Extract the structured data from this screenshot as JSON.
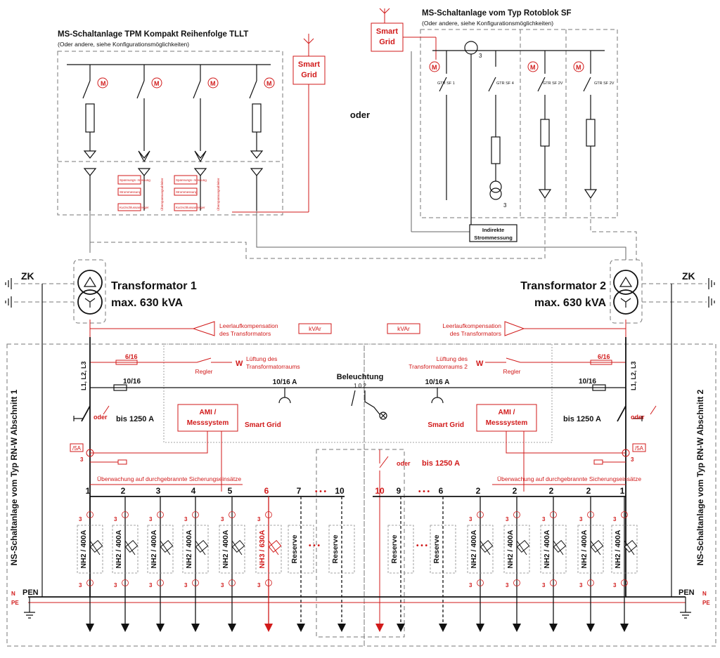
{
  "mv_left": {
    "title": "MS-Schaltanlage TPM Kompakt Reihenfolge TLLT",
    "subtitle": "(Oder andere, siehe Konfigurationsmöglichkeiten)",
    "smart_grid": [
      "Smart",
      "Grid"
    ],
    "small_labels": [
      "Spannungs-\nmessung",
      "Strommessung",
      "Kurzschlussanzeiger",
      "Überspannungsableiter"
    ]
  },
  "mv_right": {
    "title": "MS-Schaltanlage vom Typ Rotoblok SF",
    "subtitle": "(Oder andere, siehe Konfigurationsmöglichkeiten)",
    "smart_grid": [
      "Smart",
      "Grid"
    ],
    "fields": [
      "GTR SF 1",
      "GTR SF 4",
      "GTR SF 2V",
      "GTR SF 2V"
    ],
    "indirect": [
      "Indirekte",
      "Strommessung"
    ],
    "ct_count": "3",
    "vt_count": "3"
  },
  "oder_center": "oder",
  "zk": "ZK",
  "trafo1": {
    "name": "Transformator 1",
    "rating": "max. 630 kVA"
  },
  "trafo2": {
    "name": "Transformator 2",
    "rating": "max. 630 kVA"
  },
  "kvar": "kVAr",
  "leerlauf": [
    "Leerlaufkompensation",
    "des Transformators"
  ],
  "lueftung1": [
    "Lüftung des",
    "Transformatorraums"
  ],
  "lueftung2": [
    "Lüftung des",
    "Transformatorraums 2"
  ],
  "fuse_6_16": "6/16",
  "fuse_10_16": "10/16",
  "fuse_10_16A": "10/16 A",
  "regler": "Regler",
  "w": "W",
  "l123": "L1, L2, L3",
  "beleuchtung": "Beleuchtung",
  "beleuchtung_switch": "1  0  2",
  "oder": "oder",
  "bis_1250": "bis 1250 A",
  "ami": [
    "AMI /",
    "Messsystem"
  ],
  "smart_grid_arrow_left": "Smart Grid",
  "smart_grid_arrow_right": "Smart Grid",
  "ct_5a": "/5A",
  "three": "3",
  "ueberwachung": "Überwachung auf durchgebrannte Sicherungseinsätze",
  "section1": "NS-Schaltanlage vom Typ RN-W  Abschnitt 1",
  "section2": "NS-Schaltanlage vom Typ RN-W  Abschnitt 2",
  "dots": "• • •",
  "left_feeders": {
    "numbers": [
      "1",
      "2",
      "3",
      "4",
      "5",
      "6",
      "7",
      "10"
    ],
    "fuses": [
      "NH2 / 400A",
      "NH2 / 400A",
      "NH2 / 400A",
      "NH2 / 400A",
      "NH2 / 400A",
      "NH3 / 630A",
      "Reserve",
      "Reserve"
    ]
  },
  "right_feeders": {
    "numbers": [
      "10",
      "9",
      "6",
      "2",
      "2",
      "2",
      "2",
      "1"
    ],
    "fuses": [
      "Reserve",
      "Reserve",
      "NH2 / 400A",
      "NH2 / 400A",
      "NH2 / 400A",
      "NH2 / 400A",
      "NH2 / 400A"
    ]
  },
  "n": "N",
  "pe": "PE",
  "pen": "PEN"
}
